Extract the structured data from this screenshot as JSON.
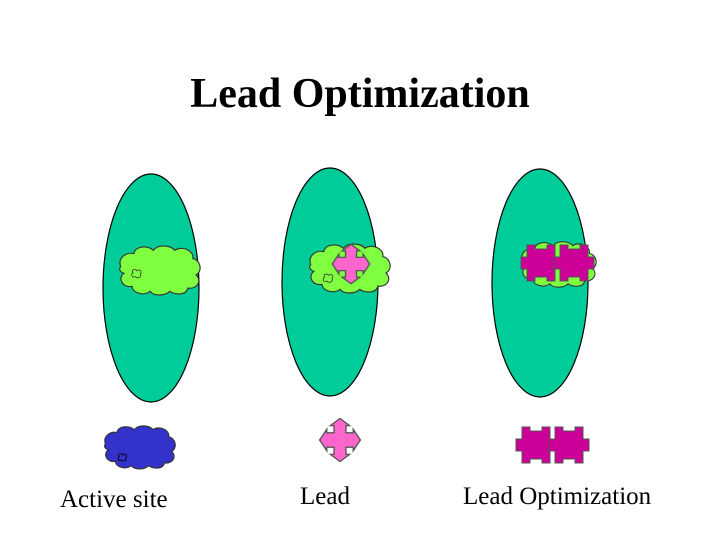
{
  "slide": {
    "title": "Lead Optimization"
  },
  "labels": {
    "active_site": "Active site",
    "lead": "Lead",
    "lead_optimization": "Lead Optimization"
  },
  "colors": {
    "protein": "#00cc99",
    "active_site_pocket": "#7fff3f",
    "active_site_symbol": "#3333cc",
    "lead": "#ff66cc",
    "optimized_lead": "#cc0099"
  },
  "panels": [
    {
      "name": "active-site-panel",
      "shows": [
        "protein",
        "active-site-pocket"
      ]
    },
    {
      "name": "lead-panel",
      "shows": [
        "protein",
        "active-site-pocket",
        "lead"
      ]
    },
    {
      "name": "lead-optimization-panel",
      "shows": [
        "protein",
        "active-site-pocket",
        "optimized-lead-pair"
      ]
    }
  ]
}
